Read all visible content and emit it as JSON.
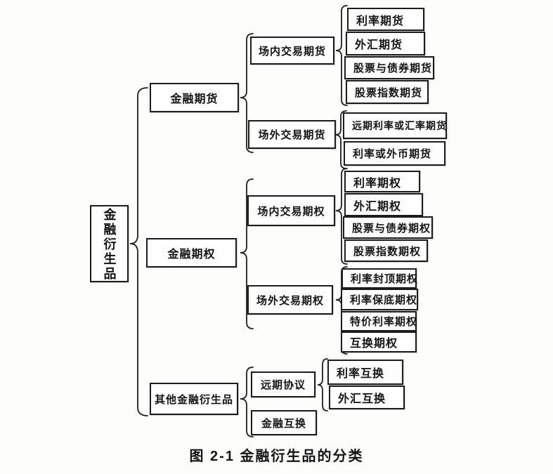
{
  "figure": {
    "caption": "图 2-1 金融衍生品的分类",
    "tree": {
      "root": {
        "label": "金融衍生品",
        "children": [
          {
            "label": "金融期货",
            "children": [
              {
                "label": "场内交易期货",
                "children": [
                  {
                    "label": "利率期货"
                  },
                  {
                    "label": "外汇期货"
                  },
                  {
                    "label": "股票与债券期货"
                  },
                  {
                    "label": "股票指数期货"
                  }
                ]
              },
              {
                "label": "场外交易期货",
                "children": [
                  {
                    "label": "远期利率或汇率期货"
                  },
                  {
                    "label": "利率或外币期货"
                  }
                ]
              }
            ]
          },
          {
            "label": "金融期权",
            "children": [
              {
                "label": "场内交易期权",
                "children": [
                  {
                    "label": "利率期权"
                  },
                  {
                    "label": "外汇期权"
                  },
                  {
                    "label": "股票与债券期权"
                  },
                  {
                    "label": "股票指数期权"
                  }
                ]
              },
              {
                "label": "场外交易期权",
                "children": [
                  {
                    "label": "利率封顶期权"
                  },
                  {
                    "label": "利率保底期权"
                  },
                  {
                    "label": "特价利率期权"
                  },
                  {
                    "label": "互换期权"
                  }
                ]
              }
            ]
          },
          {
            "label": "其他金融衍生品",
            "children": [
              {
                "label": "远期协议",
                "children": [
                  {
                    "label": "利率互换"
                  },
                  {
                    "label": "外汇互换"
                  }
                ]
              },
              {
                "label": "金融互换"
              }
            ]
          }
        ]
      }
    },
    "line_color": "#1c1c1c",
    "box_background": "#fffefe"
  }
}
